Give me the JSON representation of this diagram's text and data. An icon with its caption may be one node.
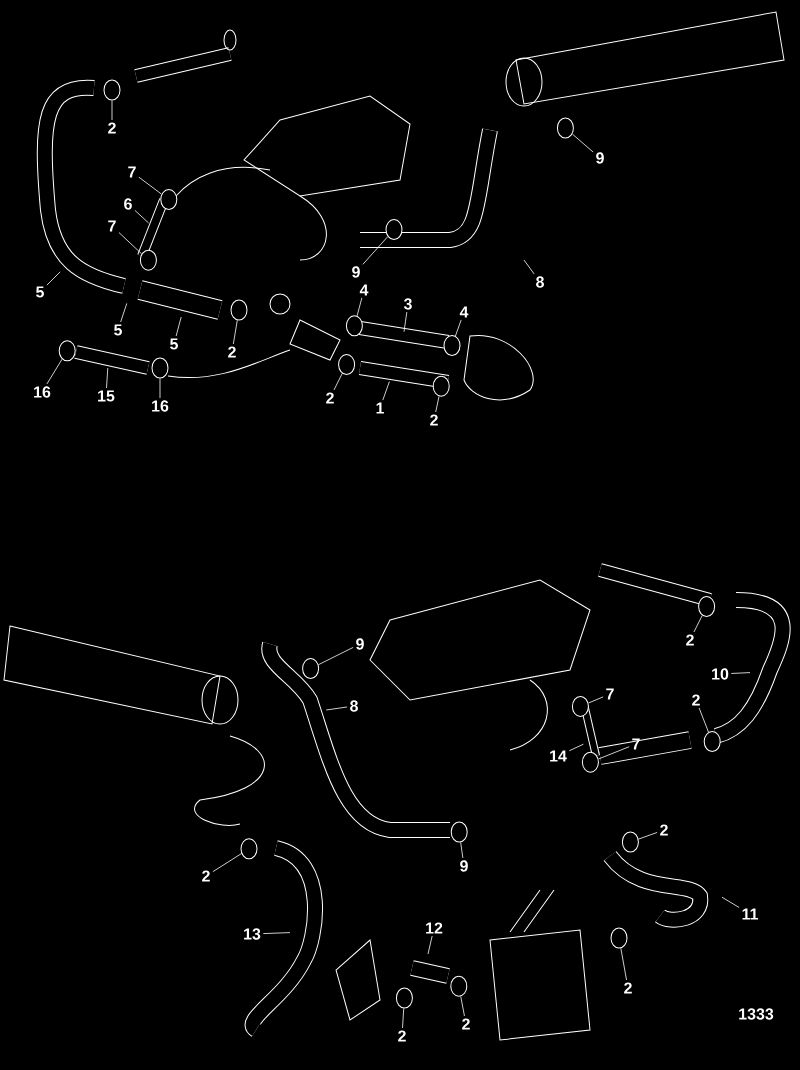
{
  "diagram": {
    "nodes": [
      {
        "text": [
          "2"
        ]
      },
      {
        "text": [
          "7"
        ]
      },
      {
        "text": [
          "6"
        ]
      },
      {
        "text": [
          "7"
        ]
      },
      {
        "text": [
          "5"
        ]
      },
      {
        "text": [
          "5"
        ]
      },
      {
        "text": [
          "5"
        ]
      },
      {
        "text": [
          "2"
        ]
      },
      {
        "text": [
          "16"
        ]
      },
      {
        "text": [
          "15"
        ]
      },
      {
        "text": [
          "16"
        ]
      },
      {
        "text": [
          "9"
        ]
      },
      {
        "text": [
          "4"
        ]
      },
      {
        "text": [
          "2"
        ]
      },
      {
        "text": [
          "1"
        ]
      },
      {
        "text": [
          "3"
        ]
      },
      {
        "text": [
          "4"
        ]
      },
      {
        "text": [
          "2"
        ]
      },
      {
        "text": [
          "9"
        ]
      },
      {
        "text": [
          "8"
        ]
      },
      {
        "text": [
          "9"
        ]
      },
      {
        "text": [
          "8"
        ]
      },
      {
        "text": [
          "2"
        ]
      },
      {
        "text": [
          "13"
        ]
      },
      {
        "text": [
          "2"
        ]
      },
      {
        "text": [
          "10"
        ]
      },
      {
        "text": [
          "2"
        ]
      },
      {
        "text": [
          "7"
        ]
      },
      {
        "text": [
          "14"
        ]
      },
      {
        "text": [
          "7"
        ]
      },
      {
        "text": [
          "2"
        ]
      },
      {
        "text": [
          "9"
        ]
      },
      {
        "text": [
          "11"
        ]
      },
      {
        "text": [
          "12"
        ]
      },
      {
        "text": [
          "2"
        ]
      },
      {
        "text": [
          "2"
        ]
      },
      {
        "text": [
          "2"
        ]
      },
      {
        "text": [],
        "shape": "circle"
      },
      {
        "text": [],
        "shape": "circle"
      },
      {
        "text": [],
        "shape": "circle"
      },
      {
        "text": [],
        "shape": "circle"
      },
      {
        "text": [],
        "shape": "circle"
      },
      {
        "text": [],
        "shape": "circle"
      },
      {
        "text": [],
        "shape": "circle"
      },
      {
        "text": [],
        "shape": "circle"
      },
      {
        "text": [],
        "shape": "circle"
      },
      {
        "text": [],
        "shape": "circle"
      },
      {
        "text": [],
        "shape": "circle"
      },
      {
        "text": [],
        "shape": "circle"
      },
      {
        "text": [],
        "shape": "circle"
      },
      {
        "text": [],
        "shape": "circle"
      },
      {
        "text": [],
        "shape": "circle"
      },
      {
        "text": [],
        "shape": "circle"
      },
      {
        "text": [],
        "shape": "circle"
      },
      {
        "text": [],
        "shape": "circle"
      },
      {
        "text": [],
        "shape": "circle"
      },
      {
        "text": [],
        "shape": "circle"
      },
      {
        "text": [],
        "shape": "circle"
      },
      {
        "text": [],
        "shape": "circle"
      },
      {
        "text": [],
        "shape": "circle"
      }
    ],
    "edges": [
      {
        "from": 0,
        "to": 37,
        "arrow": "none"
      },
      {
        "from": 1,
        "to": 38,
        "arrow": "none"
      },
      {
        "from": 2,
        "to": null,
        "arrow": "none"
      },
      {
        "from": 3,
        "to": 39,
        "arrow": "none"
      },
      {
        "from": 4,
        "to": null,
        "arrow": "none"
      },
      {
        "from": 5,
        "to": null,
        "arrow": "none"
      },
      {
        "from": 6,
        "to": null,
        "arrow": "none"
      },
      {
        "from": 7,
        "to": 40,
        "arrow": "none"
      },
      {
        "from": 8,
        "to": 41,
        "arrow": "none"
      },
      {
        "from": 9,
        "to": null,
        "arrow": "none"
      },
      {
        "from": 10,
        "to": 42,
        "arrow": "none"
      },
      {
        "from": 11,
        "to": 43,
        "arrow": "none"
      },
      {
        "from": 12,
        "to": 44,
        "arrow": "none"
      },
      {
        "from": 13,
        "to": 45,
        "arrow": "none"
      },
      {
        "from": 14,
        "to": null,
        "arrow": "none"
      },
      {
        "from": 15,
        "to": null,
        "arrow": "none"
      },
      {
        "from": 16,
        "to": 46,
        "arrow": "none"
      },
      {
        "from": 17,
        "to": 47,
        "arrow": "none"
      },
      {
        "from": 18,
        "to": 48,
        "arrow": "none"
      },
      {
        "from": 19,
        "to": null,
        "arrow": "none"
      },
      {
        "from": 20,
        "to": 49,
        "arrow": "none"
      },
      {
        "from": 21,
        "to": null,
        "arrow": "none"
      },
      {
        "from": 22,
        "to": 50,
        "arrow": "none"
      },
      {
        "from": 23,
        "to": null,
        "arrow": "none"
      },
      {
        "from": 24,
        "to": 51,
        "arrow": "none"
      },
      {
        "from": 25,
        "to": null,
        "arrow": "none"
      },
      {
        "from": 26,
        "to": 52,
        "arrow": "none"
      },
      {
        "from": 27,
        "to": 53,
        "arrow": "none"
      },
      {
        "from": 28,
        "to": null,
        "arrow": "none"
      },
      {
        "from": 29,
        "to": 54,
        "arrow": "none"
      },
      {
        "from": 30,
        "to": 55,
        "arrow": "none"
      },
      {
        "from": 31,
        "to": 56,
        "arrow": "none"
      },
      {
        "from": 32,
        "to": null,
        "arrow": "none"
      },
      {
        "from": 33,
        "to": null,
        "arrow": "none"
      },
      {
        "from": 34,
        "to": 57,
        "arrow": "none"
      },
      {
        "from": 35,
        "to": 58,
        "arrow": "none"
      },
      {
        "from": 36,
        "to": 59,
        "arrow": "none"
      }
    ],
    "labels": [
      "1333"
    ]
  }
}
